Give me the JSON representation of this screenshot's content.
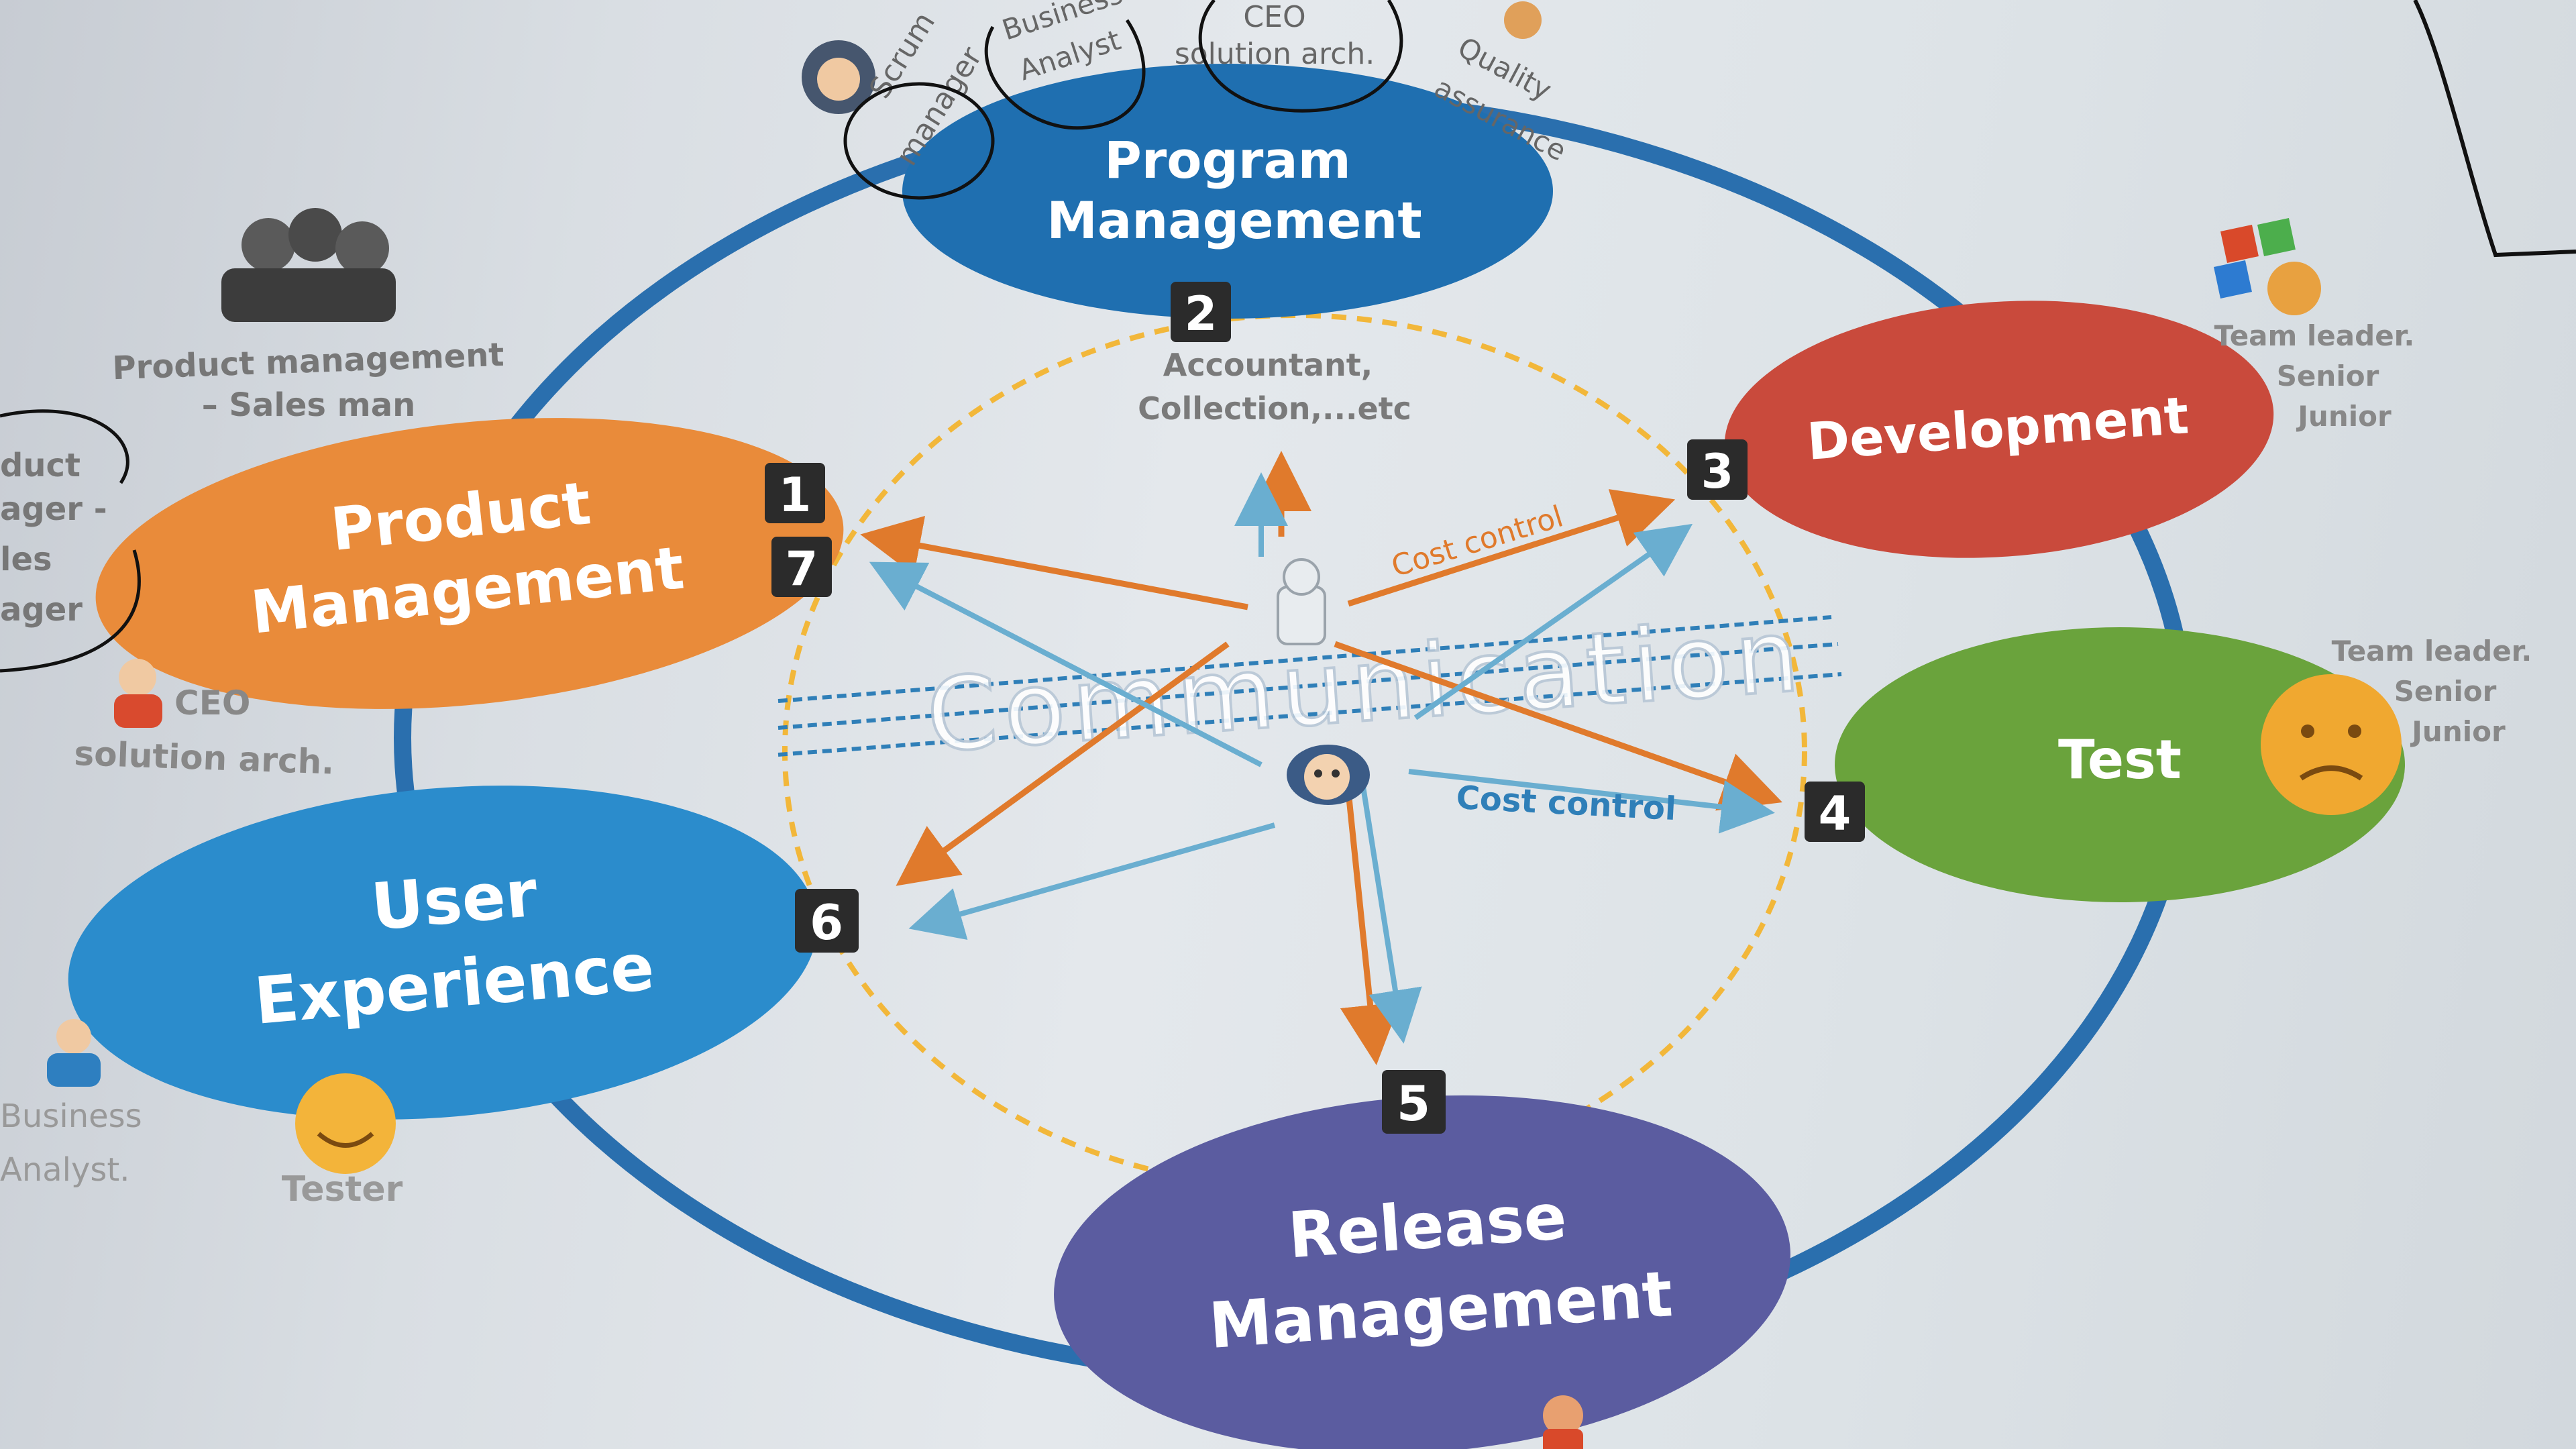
{
  "phases": [
    {
      "id": "program-management",
      "lines": [
        "Program",
        "Management"
      ],
      "color": "#1f6fb0",
      "step": "2"
    },
    {
      "id": "development",
      "lines": [
        "Development"
      ],
      "color": "#c94a3c",
      "step": "3"
    },
    {
      "id": "test",
      "lines": [
        "Test"
      ],
      "color": "#6aa33c",
      "step": "4"
    },
    {
      "id": "release-management",
      "lines": [
        "Release",
        "Management"
      ],
      "color": "#5b5ca0",
      "step": "5"
    },
    {
      "id": "user-experience",
      "lines": [
        "User",
        "Experience"
      ],
      "color": "#2b8ccc",
      "step": "6"
    },
    {
      "id": "product-management",
      "lines": [
        "Product",
        "Management"
      ],
      "color": "#e98b3a",
      "steps": [
        "1",
        "7"
      ]
    }
  ],
  "center_label": "Communication",
  "cost_control_labels": [
    "Cost control",
    "Cost control"
  ],
  "roles": {
    "program_top": [
      "Scrum",
      "manager"
    ],
    "program_ba": [
      "Business",
      "Analyst"
    ],
    "program_ceo": [
      "CEO",
      "solution arch."
    ],
    "program_qa": [
      "Quality",
      "assurance"
    ],
    "program_bottom": [
      "Accountant,",
      "Collection,...etc"
    ],
    "product_top": [
      "Product management",
      "– Sales man"
    ],
    "product_left_cut": [
      "duct",
      "ager -",
      "les",
      "ager"
    ],
    "product_bottom": [
      "CEO",
      "solution arch."
    ],
    "development": [
      "Team leader.",
      "Senior",
      "Junior"
    ],
    "test": [
      "Team leader.",
      "Senior",
      "Junior"
    ],
    "user_experience_ba": [
      "Business",
      "Analyst."
    ],
    "user_experience_tester": "Tester"
  },
  "colors": {
    "ring": "#2a6fae",
    "orange_arrow": "#e07a2c",
    "blue_arrow": "#6aaed0",
    "dashed_cycle": "#f2b73a",
    "step_badge": "#2b2b2b"
  }
}
